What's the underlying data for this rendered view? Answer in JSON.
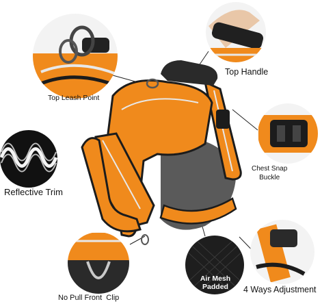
{
  "labels": {
    "top_leash_point": "Top Leash Point",
    "top_handle": "Top Handle",
    "reflective_trim": "Reflective Trim",
    "chest_snap_buckle_line1": "Chest Snap",
    "chest_snap_buckle_line2": "Buckle",
    "no_pull_front_clip": "No Pull Front  Clip",
    "air_mesh_padded_line1": "Air Mesh",
    "air_mesh_padded_line2": "Padded",
    "four_ways_adjustment": "4 Ways Adjustment"
  },
  "colors": {
    "harness_orange": "#f08a1c",
    "strap_black": "#1c1c1c",
    "mesh_grey": "#5a5a5a",
    "reflective_stripe": "#e8e8e8",
    "background": "#ffffff"
  }
}
